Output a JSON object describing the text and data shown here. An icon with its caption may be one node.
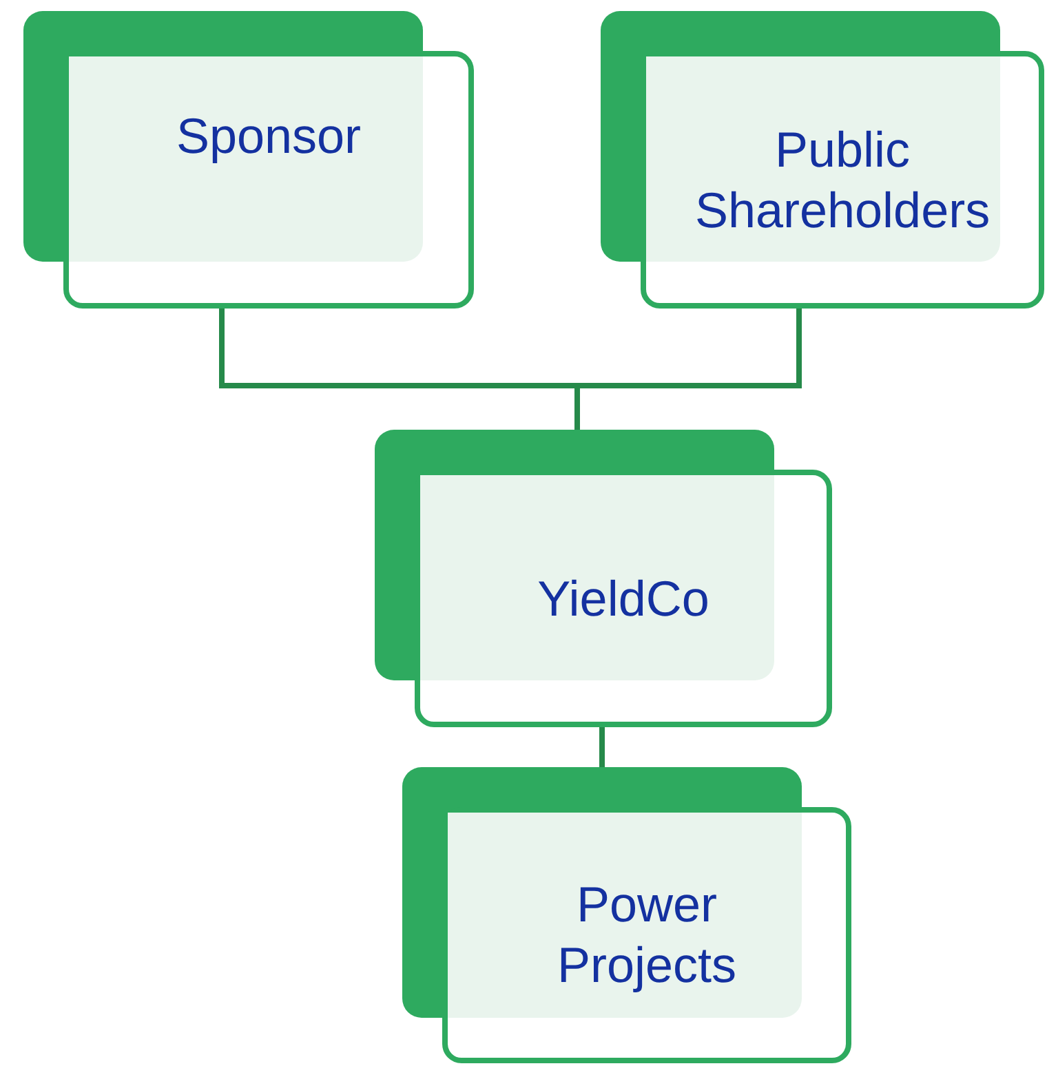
{
  "diagram": {
    "nodes": [
      {
        "text": [
          "Sponsor"
        ]
      },
      {
        "text": [
          "Public Shareholders"
        ]
      },
      {
        "text": [
          "YieldCo"
        ]
      },
      {
        "text": [
          "Power Projects"
        ]
      }
    ],
    "edges": [
      {
        "from": 0,
        "to": 2,
        "arrow": "none"
      },
      {
        "from": 1,
        "to": 2,
        "arrow": "none"
      },
      {
        "from": 2,
        "to": 3,
        "arrow": "none"
      }
    ]
  }
}
